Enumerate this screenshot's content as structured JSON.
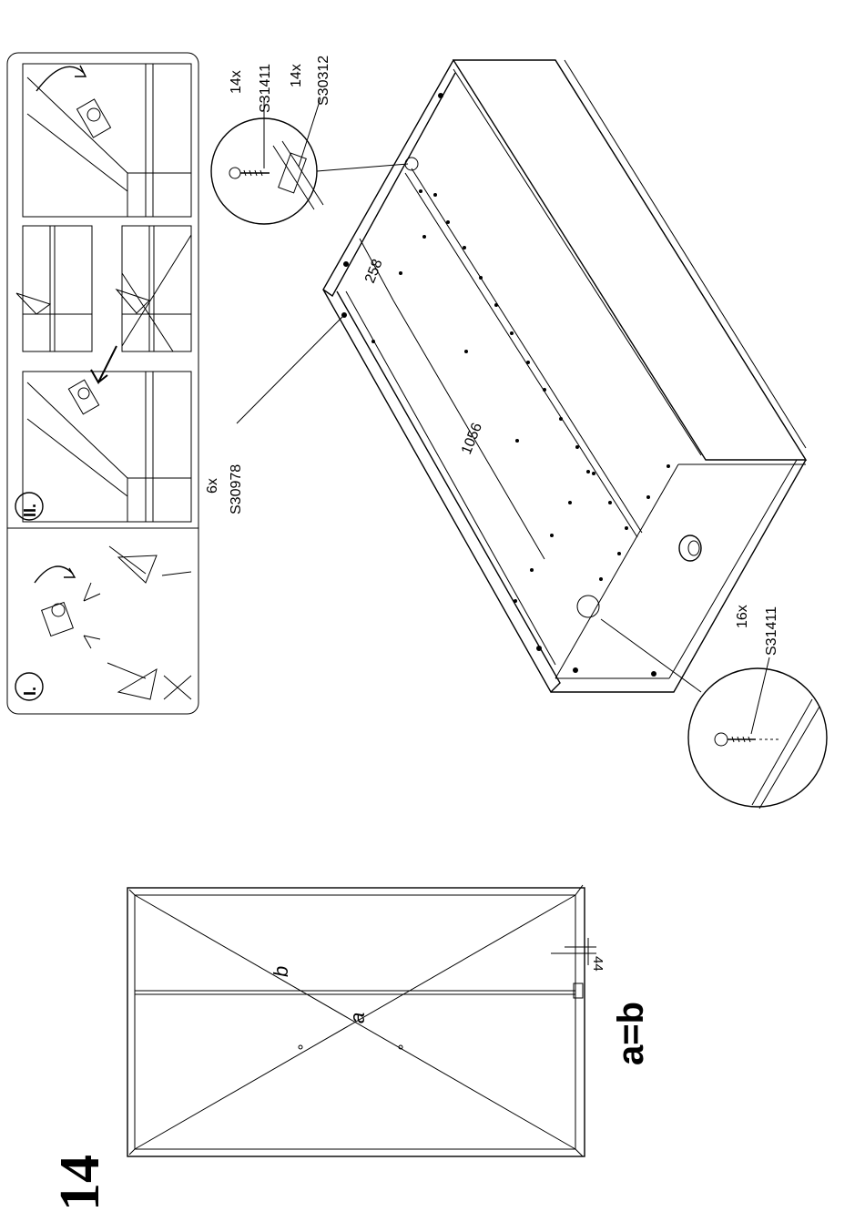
{
  "step": {
    "number": "14"
  },
  "panel_I": {
    "label": "I."
  },
  "panel_II": {
    "label": "II."
  },
  "callouts": {
    "dowel_6x": {
      "qty": "6x",
      "code": "S30978"
    },
    "screw_14x": {
      "qty": "14x",
      "code": "S31411"
    },
    "clip_14x": {
      "qty": "14x",
      "code": "S30312"
    },
    "screw_16x": {
      "qty": "16x",
      "code": "S31411"
    }
  },
  "dimensions": {
    "d1": "258",
    "d2": "1056",
    "d3": "44"
  },
  "diagonals": {
    "a": "a",
    "b": "b",
    "rule": "a=b"
  }
}
